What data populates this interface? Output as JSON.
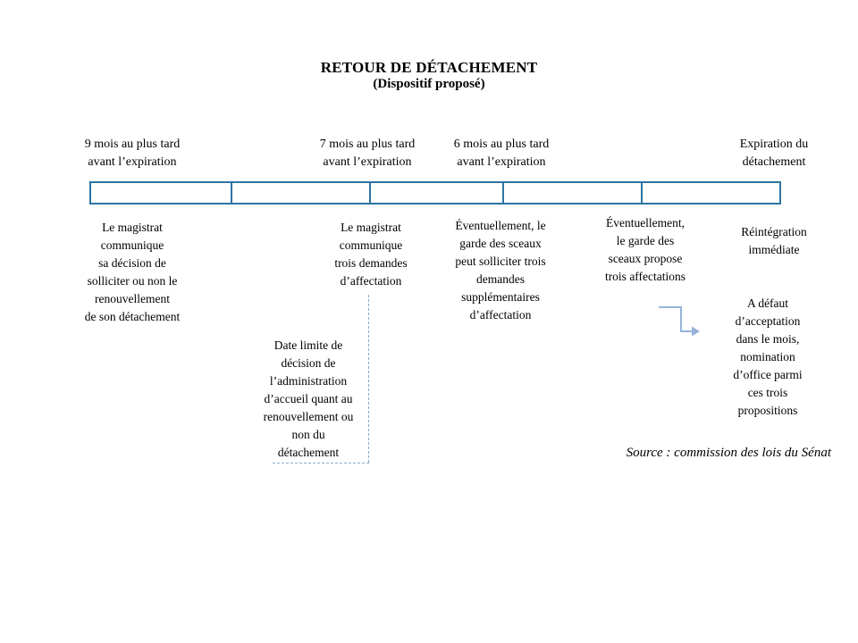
{
  "title": "RETOUR DE DÉTACHEMENT",
  "subtitle": "(Dispositif proposé)",
  "colors": {
    "bar_border": "#2e74a4",
    "connector_arrow": "#95b3d7",
    "dashed_line": "#8da9c4",
    "text": "#000000"
  },
  "top_labels": {
    "m9": "9 mois au plus tard\navant l’expiration",
    "m7": "7 mois au plus tard\navant l’expiration",
    "m6": "6 mois au plus tard\navant l’expiration",
    "expiration": "Expiration du\ndétachement"
  },
  "steps": {
    "step1": "Le magistrat\ncommunique\nsa décision de\nsolliciter ou non le\nrenouvellement\nde son détachement",
    "step2": "Le magistrat\ncommunique\ntrois demandes\nd’affectation",
    "step3": "Éventuellement, le\ngarde des sceaux\npeut solliciter trois\ndemandes\nsupplémentaires\nd’affectation",
    "step4": "Éventuellement,\nle garde des\nsceaux propose\ntrois affectations",
    "step5": "Réintégration\nimmédiate"
  },
  "notes": {
    "deadline": "Date limite de\ndécision de\nl’administration\nd’accueil quant au\nrenouvellement ou\nnon du\ndétachement",
    "default_appointment": "A défaut\nd’acceptation\ndans le mois,\nnomination\nd’office parmi\nces trois\npropositions"
  },
  "source": "Source : commission des lois du Sénat"
}
